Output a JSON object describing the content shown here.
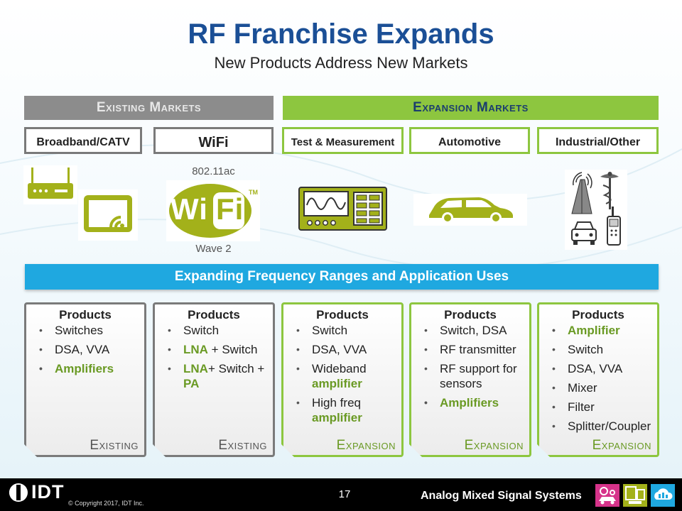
{
  "header": {
    "title": "RF Franchise Expands",
    "subtitle": "New Products Address New Markets"
  },
  "bars": {
    "existing": "Existing Markets",
    "expansion": "Expansion Markets"
  },
  "markets": [
    {
      "label": "Broadband/CATV",
      "group": "existing"
    },
    {
      "label": "WiFi",
      "group": "existing"
    },
    {
      "label": "Test & Measurement",
      "group": "expansion"
    },
    {
      "label": "Automotive",
      "group": "expansion"
    },
    {
      "label": "Industrial/Other",
      "group": "expansion"
    }
  ],
  "wifi": {
    "top_label": "802.11ac",
    "bottom_label": "Wave 2",
    "logo_text_wi": "Wi",
    "logo_text_fi": "Fi",
    "tm": "TM"
  },
  "frequency_bar": "Expanding Frequency Ranges and Application Uses",
  "cards": [
    {
      "heading": "Products",
      "items": [
        {
          "text": "Switches"
        },
        {
          "text": "DSA, VVA"
        },
        {
          "text": "Amplifiers",
          "highlight": true
        }
      ],
      "footer": "Existing"
    },
    {
      "heading": "Products",
      "items": [
        {
          "text": "Switch"
        },
        {
          "parts": [
            {
              "t": "LNA",
              "hl": true
            },
            {
              "t": " + Switch"
            }
          ]
        },
        {
          "parts": [
            {
              "t": "LNA",
              "hl": true
            },
            {
              "t": "+ Switch + "
            },
            {
              "t": "PA",
              "hl": true
            }
          ]
        }
      ],
      "footer": "Existing"
    },
    {
      "heading": "Products",
      "items": [
        {
          "text": "Switch"
        },
        {
          "text": "DSA, VVA"
        },
        {
          "parts": [
            {
              "t": "Wideband "
            },
            {
              "t": "amplifier",
              "hl": true
            }
          ]
        },
        {
          "parts": [
            {
              "t": "High freq "
            },
            {
              "t": "amplifier",
              "hl": true
            }
          ]
        }
      ],
      "footer": "Expansion"
    },
    {
      "heading": "Products",
      "items": [
        {
          "text": "Switch, DSA"
        },
        {
          "text": "RF transmitter"
        },
        {
          "text": "RF support for sensors"
        },
        {
          "text": "Amplifiers",
          "highlight": true
        }
      ],
      "footer": "Expansion"
    },
    {
      "heading": "Products",
      "items": [
        {
          "text": "Amplifier",
          "highlight": true
        },
        {
          "text": "Switch"
        },
        {
          "text": "DSA, VVA"
        },
        {
          "text": "Mixer"
        },
        {
          "text": "Filter"
        },
        {
          "text": "Splitter/Coupler"
        }
      ],
      "footer": "Expansion"
    }
  ],
  "footer": {
    "logo": "IDT",
    "copyright": "© Copyright 2017, IDT Inc.",
    "page_number": "17",
    "division": "Analog Mixed Signal Systems"
  },
  "colors": {
    "title_blue": "#1b4f96",
    "green": "#8dc63f",
    "olive": "#a3b11a",
    "gray": "#8c8c8c",
    "cyan_bar": "#1fa8e0"
  }
}
